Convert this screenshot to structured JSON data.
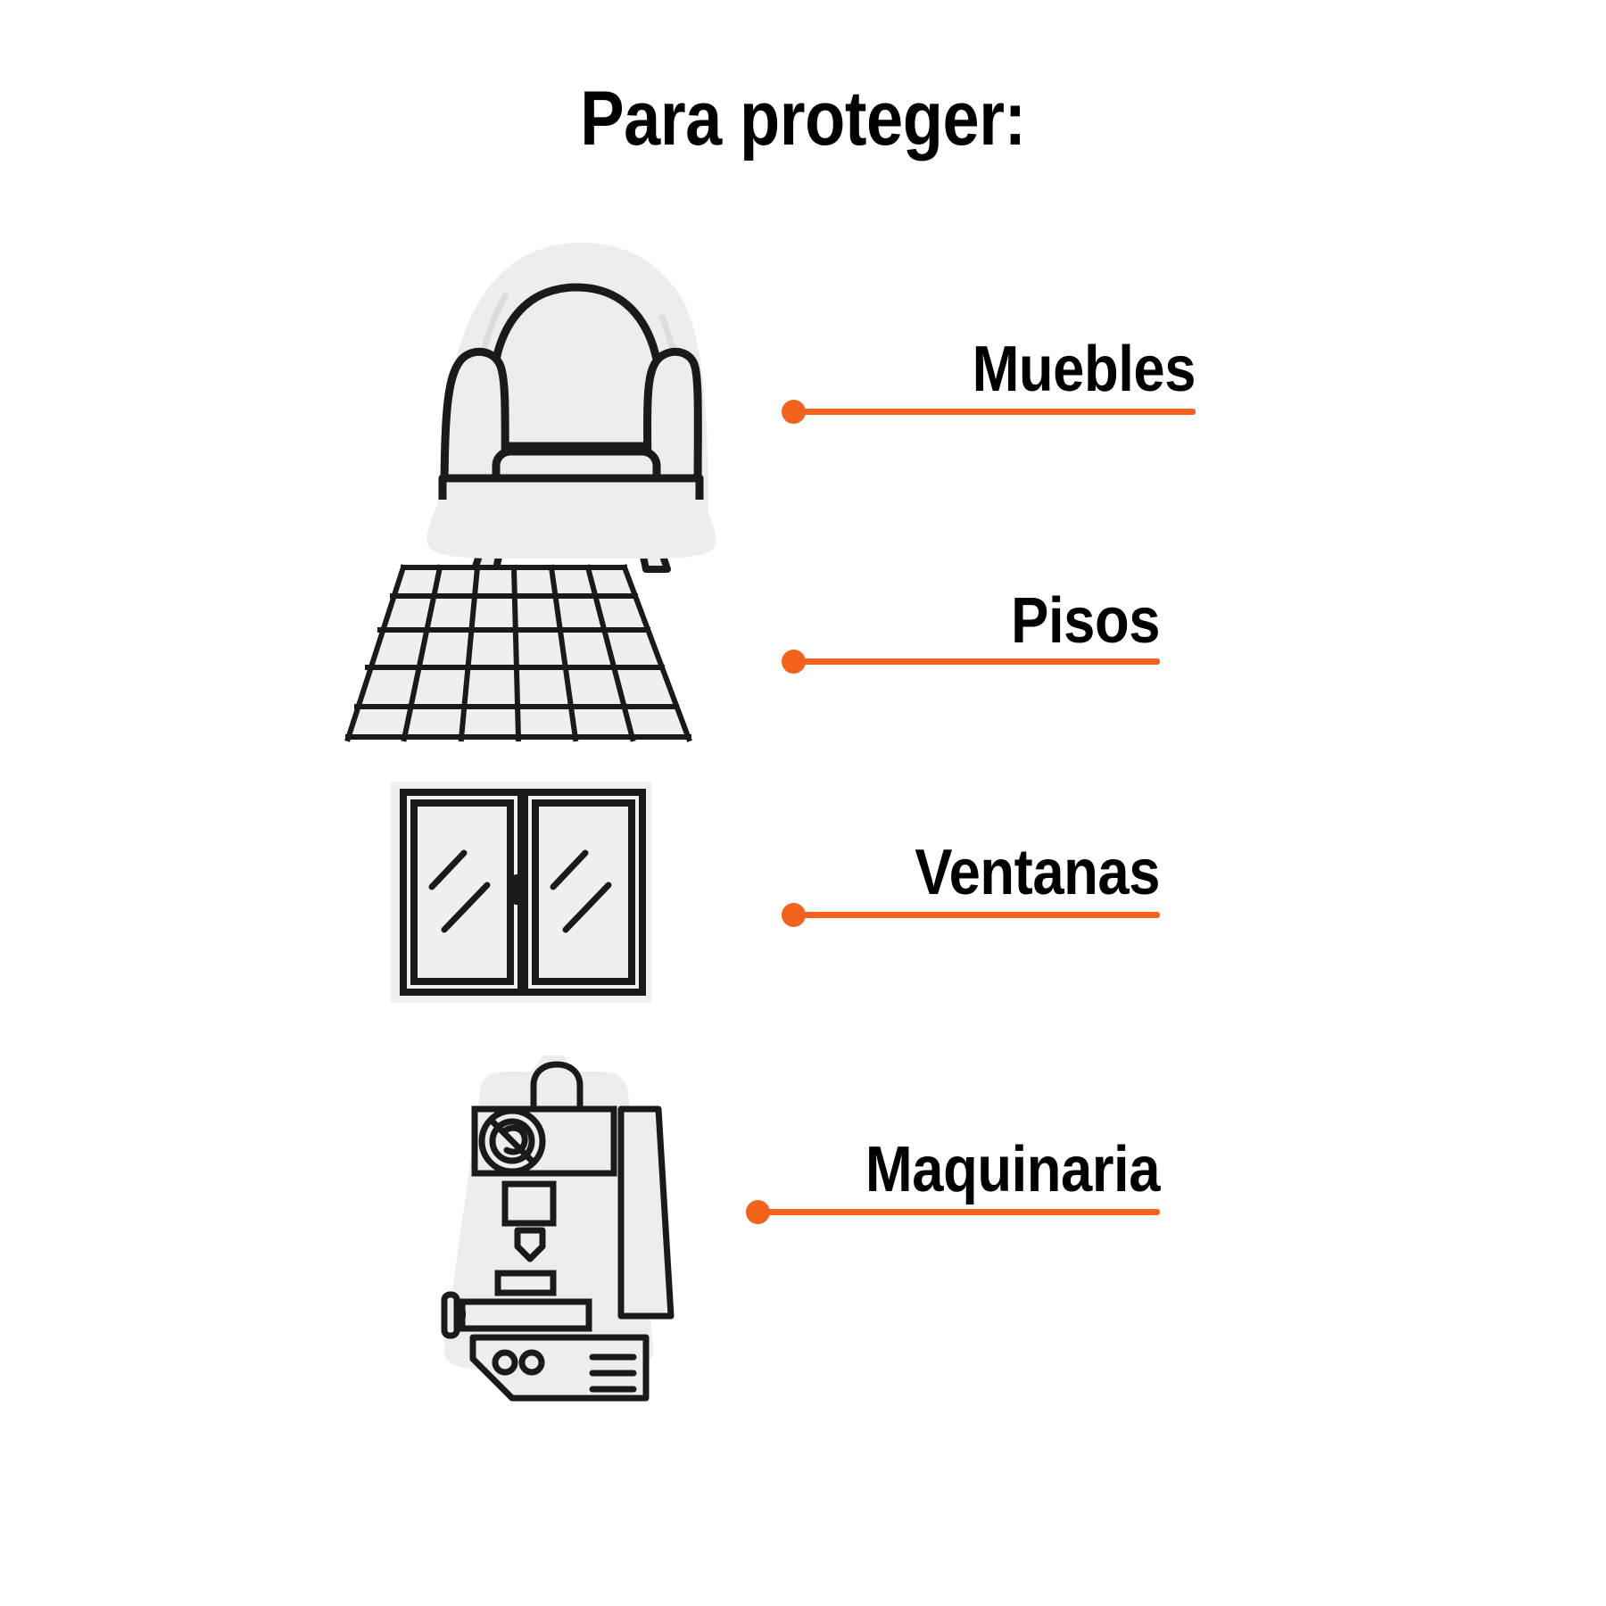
{
  "title": "Para proteger:",
  "colors": {
    "accent": "#F4631E",
    "icon_fill": "#EDEDED",
    "icon_stroke": "#1A1A1A",
    "background": "#FFFFFF",
    "text": "#000000"
  },
  "rows": [
    {
      "label": "Muebles",
      "icon": "armchair-with-cover-icon",
      "connector_color": "#F4631E"
    },
    {
      "label": "Pisos",
      "icon": "tiled-floor-icon",
      "connector_color": "#F4631E"
    },
    {
      "label": "Ventanas",
      "icon": "window-icon",
      "connector_color": "#F4631E"
    },
    {
      "label": "Maquinaria",
      "icon": "industrial-machine-icon",
      "connector_color": "#F4631E"
    }
  ]
}
